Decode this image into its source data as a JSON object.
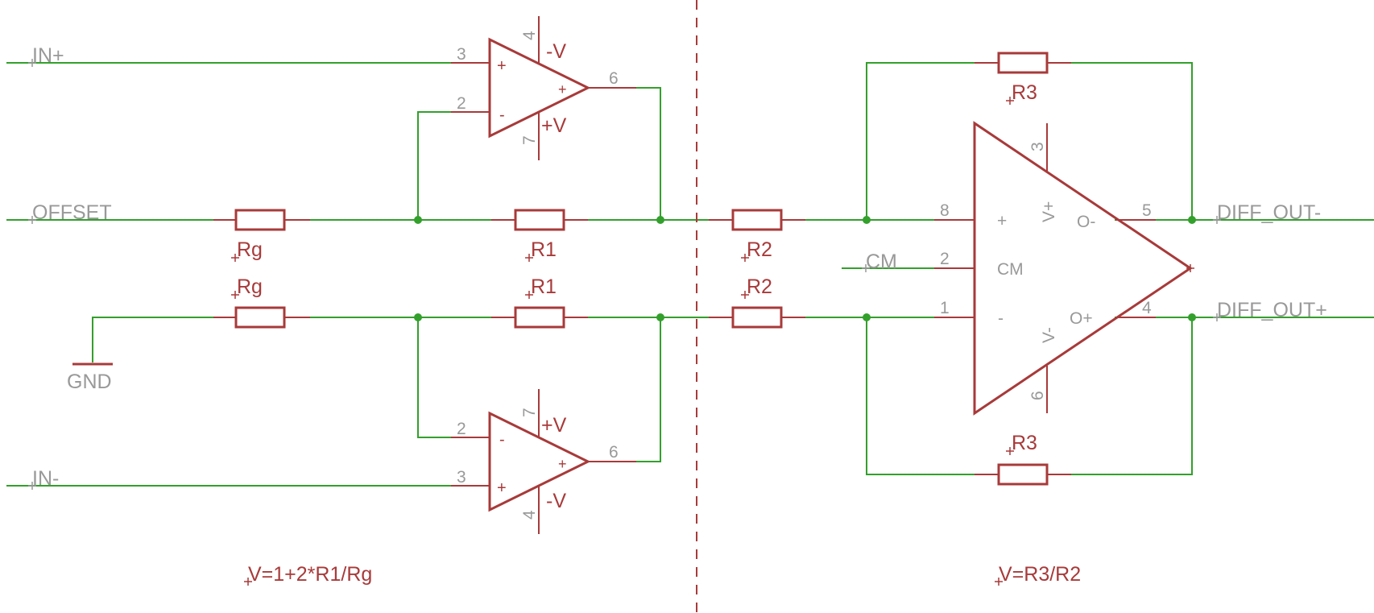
{
  "net_labels": {
    "in_plus": "IN+",
    "in_minus": "IN-",
    "offset": "OFFSET",
    "gnd": "GND",
    "cm": "CM",
    "diff_out_minus": "DIFF_OUT-",
    "diff_out_plus": "DIFF_OUT+"
  },
  "parts": {
    "rg_top": "Rg",
    "rg_bottom": "Rg",
    "r1_top": "R1",
    "r1_bottom": "R1",
    "r2_top": "R2",
    "r2_bottom": "R2",
    "r3_top": "R3",
    "r3_bottom": "R3"
  },
  "opamp_top": {
    "pin_noninv": "3",
    "pin_inv": "2",
    "pin_out": "6",
    "pin_vneg": "4",
    "pin_vpos": "7",
    "rail_neg": "-V",
    "rail_pos": "+V",
    "sym_plus": "+",
    "sym_minus": "-",
    "sym_out": "+"
  },
  "opamp_bottom": {
    "pin_inv": "2",
    "pin_noninv": "3",
    "pin_out": "6",
    "pin_vpos": "7",
    "pin_vneg": "4",
    "rail_pos": "+V",
    "rail_neg": "-V",
    "sym_minus": "-",
    "sym_plus": "+",
    "sym_out": "+"
  },
  "diff_amp": {
    "pin_in_plus": "8",
    "pin_cm": "2",
    "pin_in_minus": "1",
    "pin_vplus": "3",
    "pin_vminus": "6",
    "pin_out_minus": "5",
    "pin_out_plus": "4",
    "label_vplus": "V+",
    "label_vminus": "V-",
    "label_in_plus": "+",
    "label_in_minus": "-",
    "label_cm": "CM",
    "label_out_minus": "O-",
    "label_out_plus": "O+"
  },
  "equations": {
    "left": "V=1+2*R1/Rg",
    "right": "V=R3/R2"
  },
  "colors": {
    "wire": "#33a02c",
    "symbol": "#a83a3a",
    "label": "#999999",
    "background": "#ffffff"
  }
}
